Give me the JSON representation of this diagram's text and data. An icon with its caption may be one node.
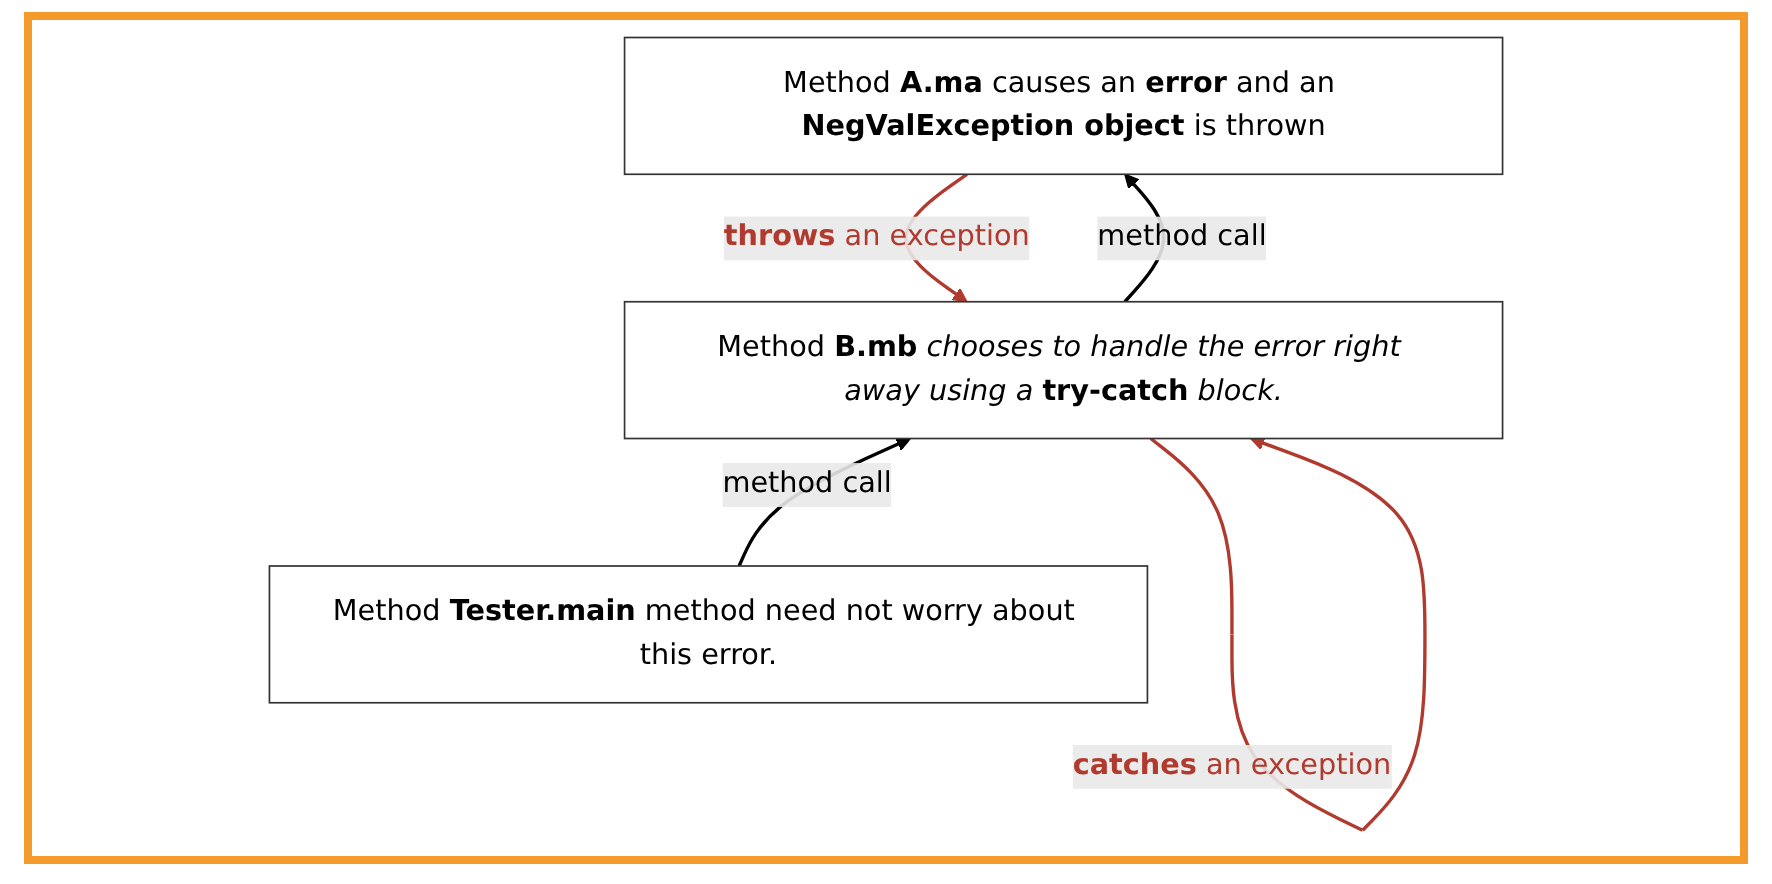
{
  "diagram": {
    "nodes": [
      {
        "text": [
          "Method **A.ma** causes an **error** and an **NegValException object** is thrown"
        ]
      },
      {
        "text": [
          "Method **B.mb** *chooses to handle the error right away using a* **try-catch** *block.*"
        ]
      },
      {
        "text": [
          "Method **Tester.main** method need not worry about this error."
        ]
      }
    ],
    "edges": [
      {
        "from": 0,
        "to": 1,
        "arrow": "to",
        "label": "**throws** an exception",
        "color": "#b03a2e"
      },
      {
        "from": 1,
        "to": 1,
        "arrow": "to",
        "label": "**catches** an exception",
        "color": "#b03a2e"
      },
      {
        "from": 1,
        "to": 0,
        "arrow": "to",
        "label": "method call",
        "color": "#000000"
      },
      {
        "from": 2,
        "to": 1,
        "arrow": "to",
        "label": "method call",
        "color": "#000000"
      }
    ]
  }
}
